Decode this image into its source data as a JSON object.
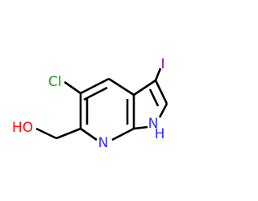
{
  "molecule": {
    "atoms": {
      "iodine": {
        "symbol": "I",
        "color": "#940094"
      },
      "chlorine": {
        "symbol": "Cl",
        "color": "#1fa01f"
      },
      "hydroxyl": {
        "symbol": "HO",
        "color": "#ff0d0d"
      },
      "pyridine_n": {
        "symbol": "N",
        "color": "#3030f8"
      },
      "pyrrole_nh": {
        "symbol": "N",
        "color": "#3030f8"
      },
      "pyrrole_h": {
        "symbol": "H",
        "color": "#3030f8"
      }
    },
    "bond_color": "#000000"
  }
}
